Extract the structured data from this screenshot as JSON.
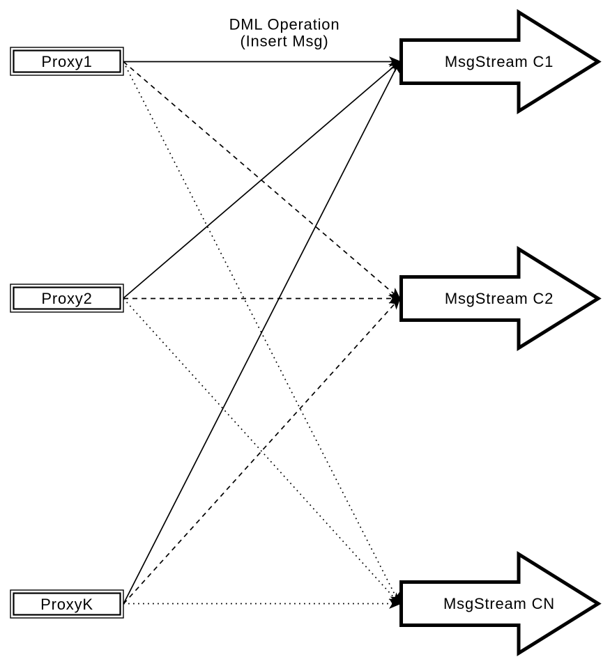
{
  "title": {
    "line1": "DML Operation",
    "line2": "(Insert Msg)"
  },
  "proxies": [
    {
      "label": "Proxy1"
    },
    {
      "label": "Proxy2"
    },
    {
      "label": "ProxyK"
    }
  ],
  "streams": [
    {
      "label": "MsgStream C1"
    },
    {
      "label": "MsgStream C2"
    },
    {
      "label": "MsgStream CN"
    }
  ],
  "connections": [
    {
      "from": "Proxy1",
      "to": "MsgStream C1",
      "line_style": "solid"
    },
    {
      "from": "Proxy1",
      "to": "MsgStream C2",
      "line_style": "dashed"
    },
    {
      "from": "Proxy1",
      "to": "MsgStream CN",
      "line_style": "dotted"
    },
    {
      "from": "Proxy2",
      "to": "MsgStream C1",
      "line_style": "solid"
    },
    {
      "from": "Proxy2",
      "to": "MsgStream C2",
      "line_style": "dashed"
    },
    {
      "from": "Proxy2",
      "to": "MsgStream CN",
      "line_style": "dotted"
    },
    {
      "from": "ProxyK",
      "to": "MsgStream C1",
      "line_style": "solid"
    },
    {
      "from": "ProxyK",
      "to": "MsgStream C2",
      "line_style": "dashed"
    },
    {
      "from": "ProxyK",
      "to": "MsgStream CN",
      "line_style": "dotted"
    }
  ],
  "arrow_direction": "right",
  "colors": {
    "stroke": "#000000",
    "fill": "#ffffff",
    "background": "#ffffff",
    "text": "#000000"
  }
}
